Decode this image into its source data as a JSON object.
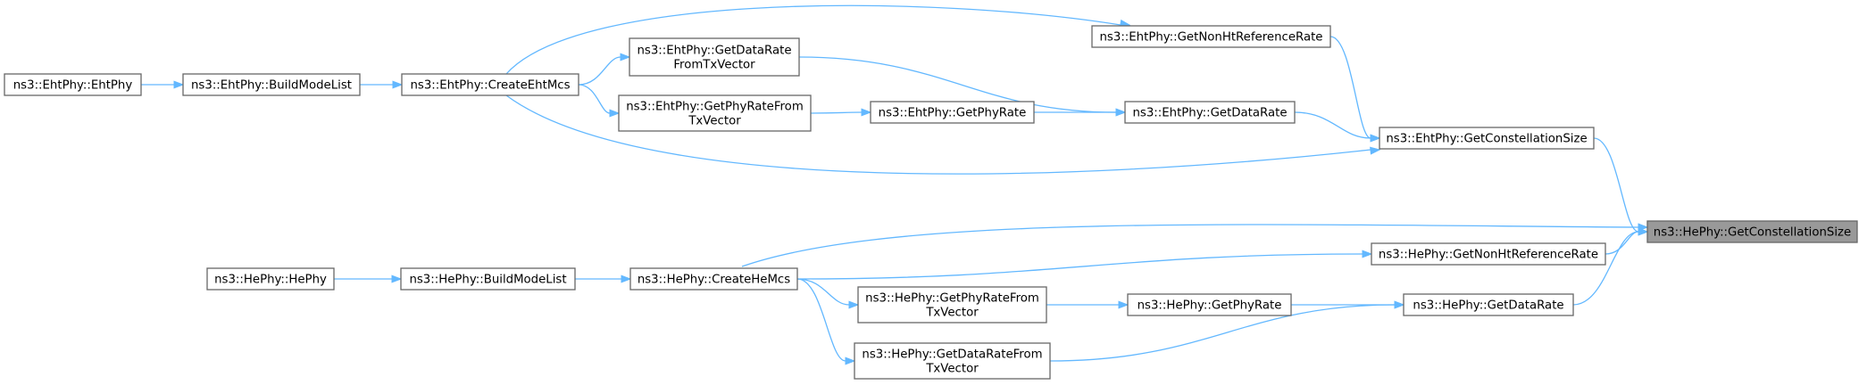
{
  "graph": {
    "nodes": {
      "root": [
        "ns3::HePhy::GetConstellationSize"
      ],
      "eht_constsize": [
        "ns3::EhtPhy::GetConstellationSize"
      ],
      "eht_nonht": [
        "ns3::EhtPhy::GetNonHtReferenceRate"
      ],
      "eht_datarate": [
        "ns3::EhtPhy::GetDataRate"
      ],
      "eht_getdr_fromtx": [
        "ns3::EhtPhy::GetDataRate",
        "FromTxVector"
      ],
      "eht_getphyrate": [
        "ns3::EhtPhy::GetPhyRate"
      ],
      "eht_getphyrate_fromtx": [
        "ns3::EhtPhy::GetPhyRateFrom",
        "TxVector"
      ],
      "eht_createmcs": [
        "ns3::EhtPhy::CreateEhtMcs"
      ],
      "eht_buildmodelist": [
        "ns3::EhtPhy::BuildModeList"
      ],
      "eht_ctor": [
        "ns3::EhtPhy::EhtPhy"
      ],
      "he_nonht": [
        "ns3::HePhy::GetNonHtReferenceRate"
      ],
      "he_datarate": [
        "ns3::HePhy::GetDataRate"
      ],
      "he_getphyrate": [
        "ns3::HePhy::GetPhyRate"
      ],
      "he_getphyrate_fromtx": [
        "ns3::HePhy::GetPhyRateFrom",
        "TxVector"
      ],
      "he_getdr_fromtx": [
        "ns3::HePhy::GetDataRateFrom",
        "TxVector"
      ],
      "he_createmcs": [
        "ns3::HePhy::CreateHeMcs"
      ],
      "he_buildmodelist": [
        "ns3::HePhy::BuildModeList"
      ],
      "he_ctor": [
        "ns3::HePhy::HePhy"
      ]
    },
    "edges": [
      [
        "root",
        "eht_constsize"
      ],
      [
        "root",
        "he_createmcs"
      ],
      [
        "root",
        "he_nonht"
      ],
      [
        "root",
        "he_datarate"
      ],
      [
        "eht_constsize",
        "eht_nonht"
      ],
      [
        "eht_constsize",
        "eht_datarate"
      ],
      [
        "eht_constsize",
        "eht_createmcs"
      ],
      [
        "eht_nonht",
        "eht_createmcs"
      ],
      [
        "eht_datarate",
        "eht_getdr_fromtx"
      ],
      [
        "eht_datarate",
        "eht_getphyrate"
      ],
      [
        "eht_getdr_fromtx",
        "eht_createmcs"
      ],
      [
        "eht_getphyrate",
        "eht_getphyrate_fromtx"
      ],
      [
        "eht_getphyrate_fromtx",
        "eht_createmcs"
      ],
      [
        "eht_createmcs",
        "eht_buildmodelist"
      ],
      [
        "eht_buildmodelist",
        "eht_ctor"
      ],
      [
        "he_nonht",
        "he_createmcs"
      ],
      [
        "he_datarate",
        "he_getphyrate"
      ],
      [
        "he_datarate",
        "he_getdr_fromtx"
      ],
      [
        "he_getphyrate",
        "he_getphyrate_fromtx"
      ],
      [
        "he_getphyrate_fromtx",
        "he_createmcs"
      ],
      [
        "he_getdr_fromtx",
        "he_createmcs"
      ],
      [
        "he_createmcs",
        "he_buildmodelist"
      ],
      [
        "he_buildmodelist",
        "he_ctor"
      ]
    ]
  },
  "colors": {
    "edge": "#63b8ff",
    "node_border": "#666666",
    "root_fill": "#999999",
    "node_fill": "#ffffff"
  }
}
